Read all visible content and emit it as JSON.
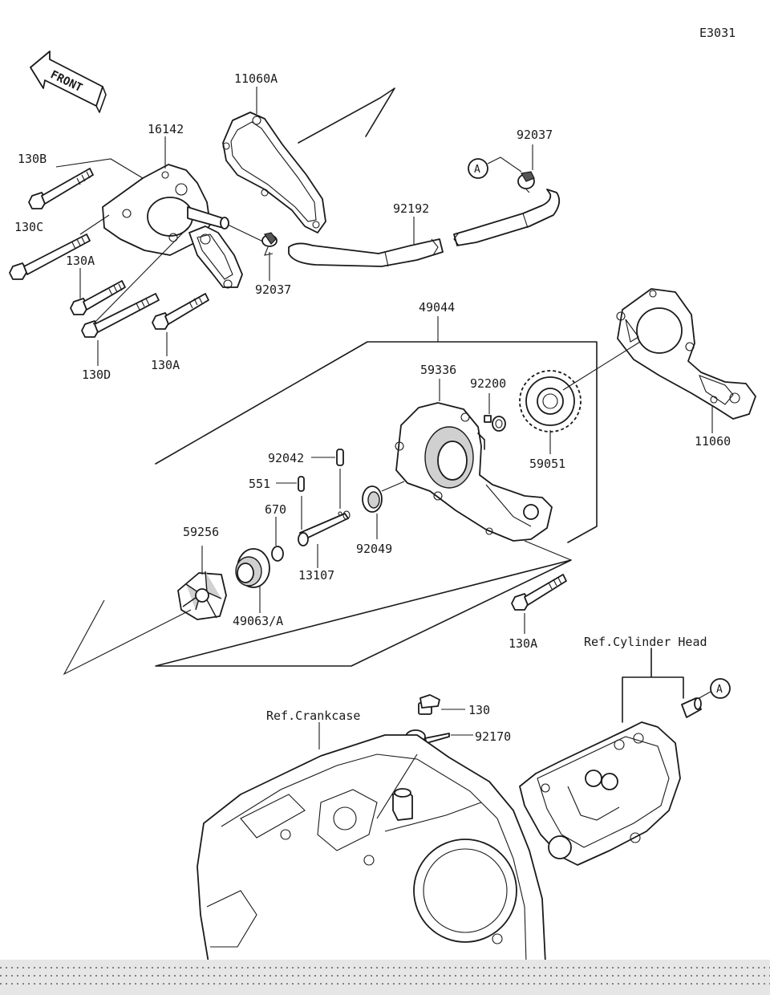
{
  "diagram_code": "E3031",
  "front_arrow": "FRONT",
  "ref_labels": {
    "cylinder_head": "Ref.Cylinder Head",
    "crankcase": "Ref.Crankcase"
  },
  "callout_marker": "A",
  "part_labels": {
    "p11060A": "11060A",
    "p16142": "16142",
    "p130B": "130B",
    "p130C": "130C",
    "p130A_top": "130A",
    "p130D": "130D",
    "p130A_mid": "130A",
    "p92037_left": "92037",
    "p92037_right": "92037",
    "p92192": "92192",
    "p49044": "49044",
    "p59336": "59336",
    "p92200": "92200",
    "p59051": "59051",
    "p11060": "11060",
    "p92042": "92042",
    "p551": "551",
    "p670": "670",
    "p59256": "59256",
    "p13107": "13107",
    "p92049": "92049",
    "p49063A": "49063/A",
    "p130A_low": "130A",
    "p130": "130",
    "p92170": "92170"
  },
  "colors": {
    "line": "#1a1a1a",
    "background": "#ffffff",
    "shade": "#d0d0d0"
  }
}
